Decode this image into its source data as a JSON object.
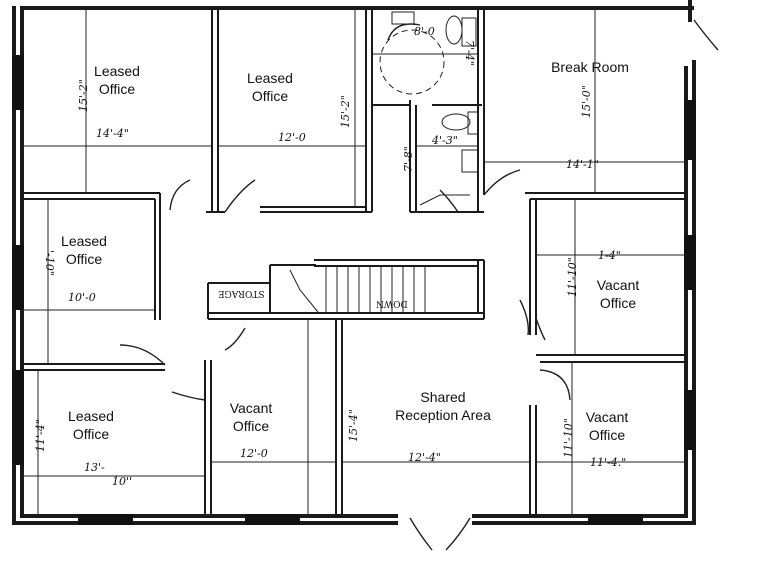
{
  "rooms": {
    "leased_office_1": {
      "line1": "Leased",
      "line2": "Office"
    },
    "leased_office_2": {
      "line1": "Leased",
      "line2": "Office"
    },
    "leased_office_3": {
      "line1": "Leased",
      "line2": "Office"
    },
    "leased_office_4": {
      "line1": "Leased",
      "line2": "Office"
    },
    "break_room": {
      "line1": "Break Room"
    },
    "vacant_office_1": {
      "line1": "Vacant",
      "line2": "Office"
    },
    "vacant_office_2": {
      "line1": "Vacant",
      "line2": "Office"
    },
    "vacant_office_3": {
      "line1": "Vacant",
      "line2": "Office"
    },
    "reception": {
      "line1": "Shared",
      "line2": "Reception Area"
    },
    "storage": {
      "label": "STORAGE"
    },
    "down": {
      "label": "DOWN"
    }
  },
  "dimensions": {
    "d_15_2_a": "15'-2\"",
    "d_14_4": "14'-4\"",
    "d_12_0_a": "12'-0",
    "d_15_2_b": "15'-2\"",
    "d_8_0": "8'-0",
    "d_7_4": "7'-4\"",
    "d_7_8": "7'-8\"",
    "d_4_3": "4'-3\"",
    "d_15_0": "15'-0\"",
    "d_14_1": "14'-1\"",
    "d_1_10": "'-10\"",
    "d_10_0": "10'-0",
    "d_11_4_left": "11'-4\"",
    "d_13": "13'-",
    "d_10": "10''",
    "d_12_0_b": "12'-0",
    "d_15_4": "15'-4\"",
    "d_12_4": "12'-4\"",
    "d_1_4": "1-4\"",
    "d_11_10_a": "11'-10\"",
    "d_11_10_b": "11'-10\"",
    "d_11_4_right": "11'-4.\""
  }
}
